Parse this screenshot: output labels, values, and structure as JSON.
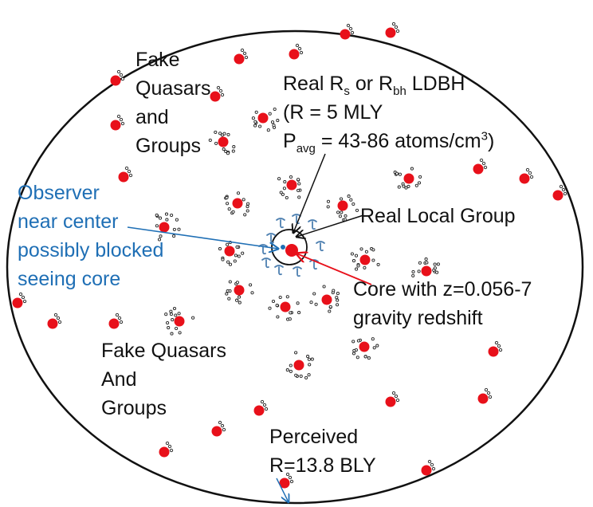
{
  "colors": {
    "ellipse_outline": "#111111",
    "quasar_red": "#e8101a",
    "dot_outline": "#222222",
    "observer_blue": "#1f6fb5",
    "core_arrow_red": "#e8101a",
    "black_arrow": "#111111",
    "galaxy_blue": "#4d7fb0"
  },
  "labels": {
    "fake_top": [
      "Fake",
      "Quasars",
      "and",
      "Groups"
    ],
    "ldbh_line1_pre": "Real R",
    "ldbh_line1_sub1": "s",
    "ldbh_line1_mid": " or R",
    "ldbh_line1_sub2": "bh",
    "ldbh_line1_post": " LDBH",
    "ldbh_line2": "(R = 5 MLY",
    "ldbh_line3_pre": "P",
    "ldbh_line3_sub": "avg",
    "ldbh_line3_mid": " = 43-86 atoms/cm",
    "ldbh_line3_sup": "3",
    "ldbh_line3_post": ")",
    "real_local_group": "Real Local Group",
    "observer": [
      "Observer",
      "near center",
      "possibly blocked",
      "seeing core"
    ],
    "core": [
      "Core with z=0.056-7",
      "gravity redshift"
    ],
    "fake_bottom": [
      "Fake Quasars",
      "And",
      "Groups"
    ],
    "perceived": [
      "Perceived",
      "R=13.8 BLY"
    ]
  },
  "icons": {
    "quasar": "red-dot-icon",
    "group_galaxy": "small-galaxy-icon",
    "local_galaxy": "spiral-galaxy-icon"
  }
}
